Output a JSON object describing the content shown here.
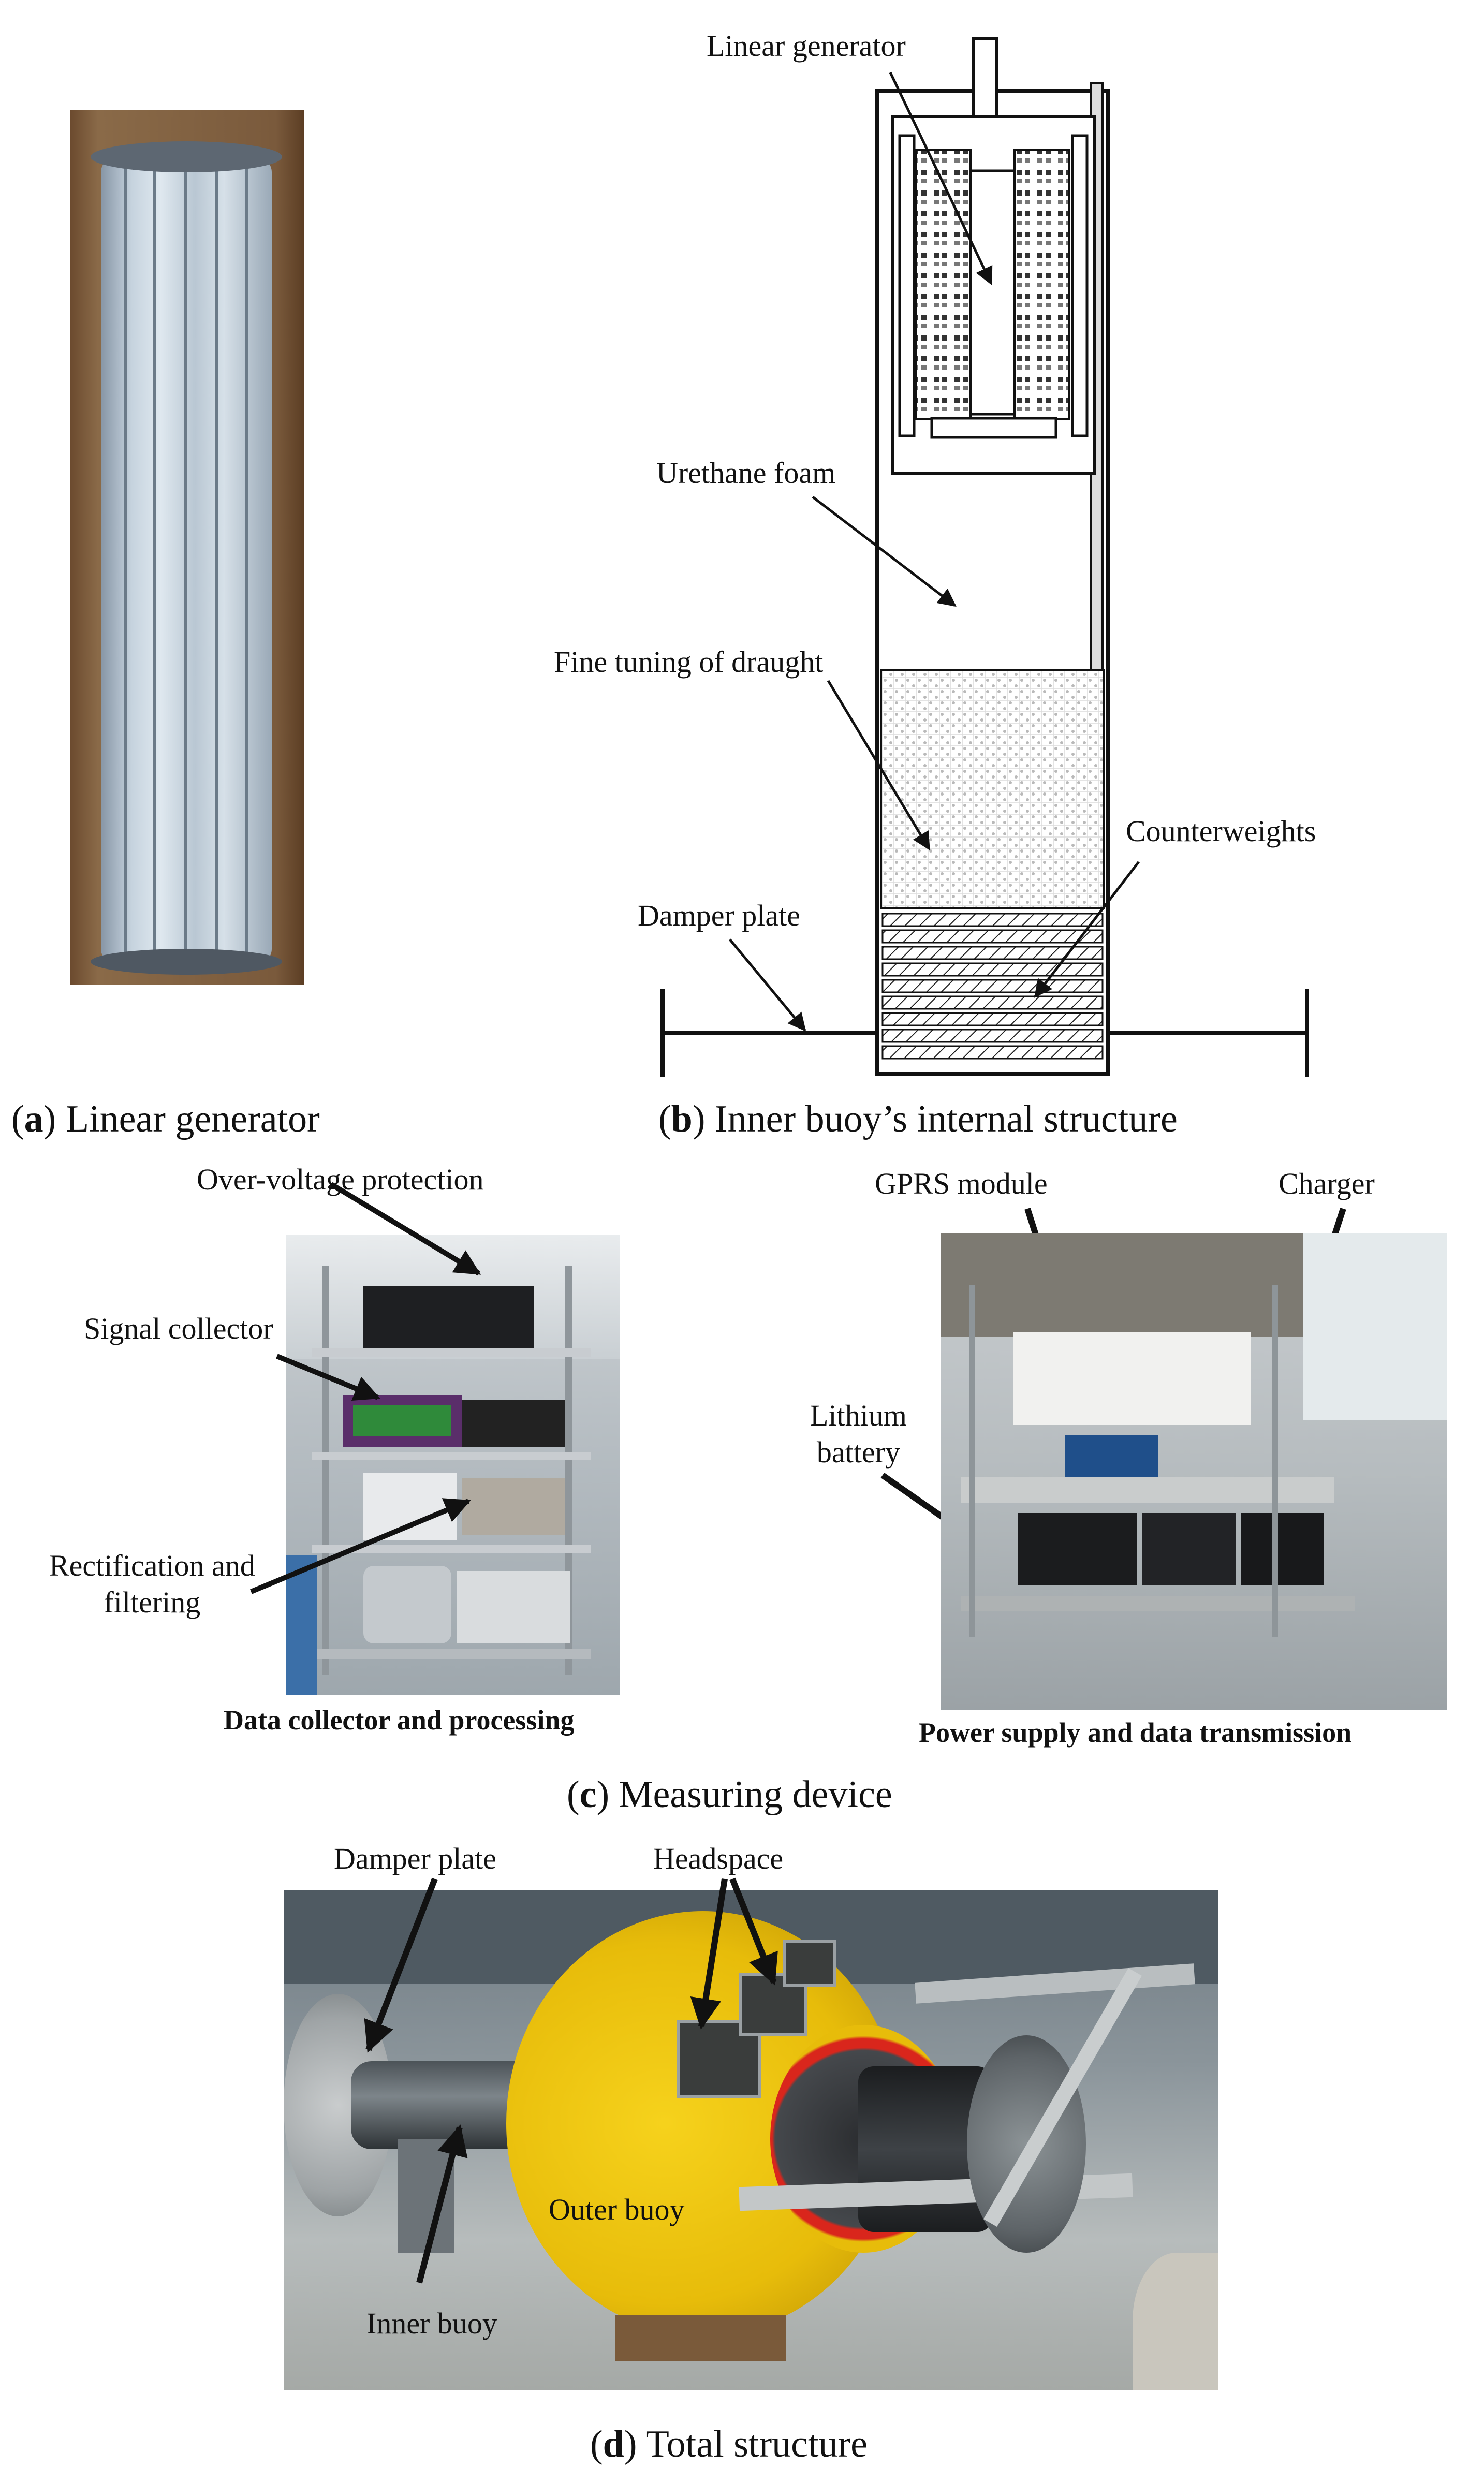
{
  "panel_a": {
    "caption_letter": "a",
    "caption_text": "Linear generator"
  },
  "panel_b": {
    "caption_letter": "b",
    "caption_text": "Inner buoy’s internal structure",
    "labels": {
      "linear_generator": "Linear generator",
      "urethane_foam": "Urethane foam",
      "fine_tuning": "Fine tuning of draught",
      "counterweights": "Counterweights",
      "damper_plate": "Damper plate"
    }
  },
  "panel_c": {
    "caption_letter": "c",
    "caption_text": "Measuring device",
    "left": {
      "subcaption": "Data collector and processing",
      "over_voltage": "Over-voltage protection",
      "signal_collector": "Signal collector",
      "rect_line1": "Rectification and",
      "rect_line2": "filtering"
    },
    "right": {
      "subcaption": "Power supply and data transmission",
      "gprs": "GPRS module",
      "charger": "Charger",
      "lithium_line1": "Lithium",
      "lithium_line2": "battery"
    }
  },
  "panel_d": {
    "caption_letter": "d",
    "caption_text": "Total structure",
    "labels": {
      "damper_plate": "Damper plate",
      "headspace": "Headspace",
      "outer_buoy": "Outer buoy",
      "inner_buoy": "Inner buoy"
    }
  }
}
